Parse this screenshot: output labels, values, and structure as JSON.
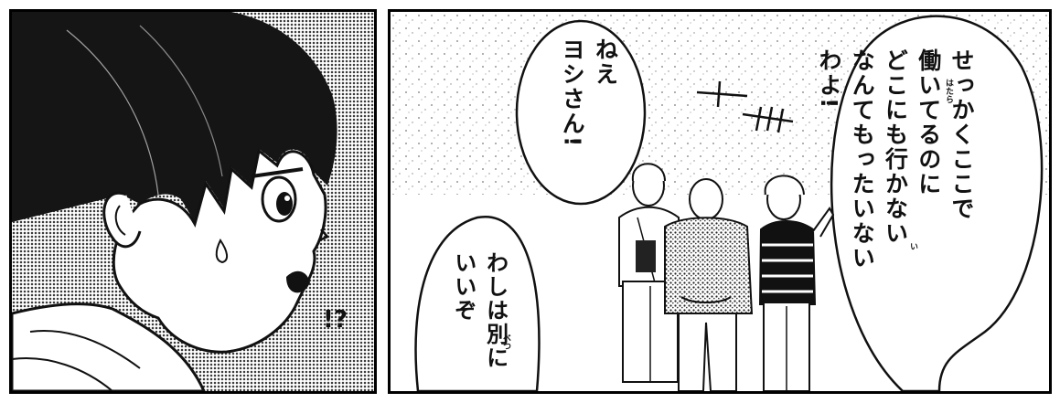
{
  "panels": {
    "left": {
      "sfx": "!?"
    },
    "right": {
      "bubble_long": {
        "lines": [
          "せっかくここで",
          "働いてるのに",
          "どこにも行かない",
          "なんてもったいない",
          "わよ!"
        ],
        "furigana_hataraku": "はたら",
        "furigana_iku": "い"
      },
      "bubble_nee": {
        "lines": [
          "ねえ",
          "ヨシさん!"
        ]
      },
      "bubble_betsu": {
        "lines": [
          "わしは別に",
          "いいぞ"
        ],
        "furigana_betsu": "べつ"
      }
    }
  },
  "colors": {
    "ink": "#111111",
    "screentone": "#8c8c8c",
    "paper": "#ffffff"
  }
}
